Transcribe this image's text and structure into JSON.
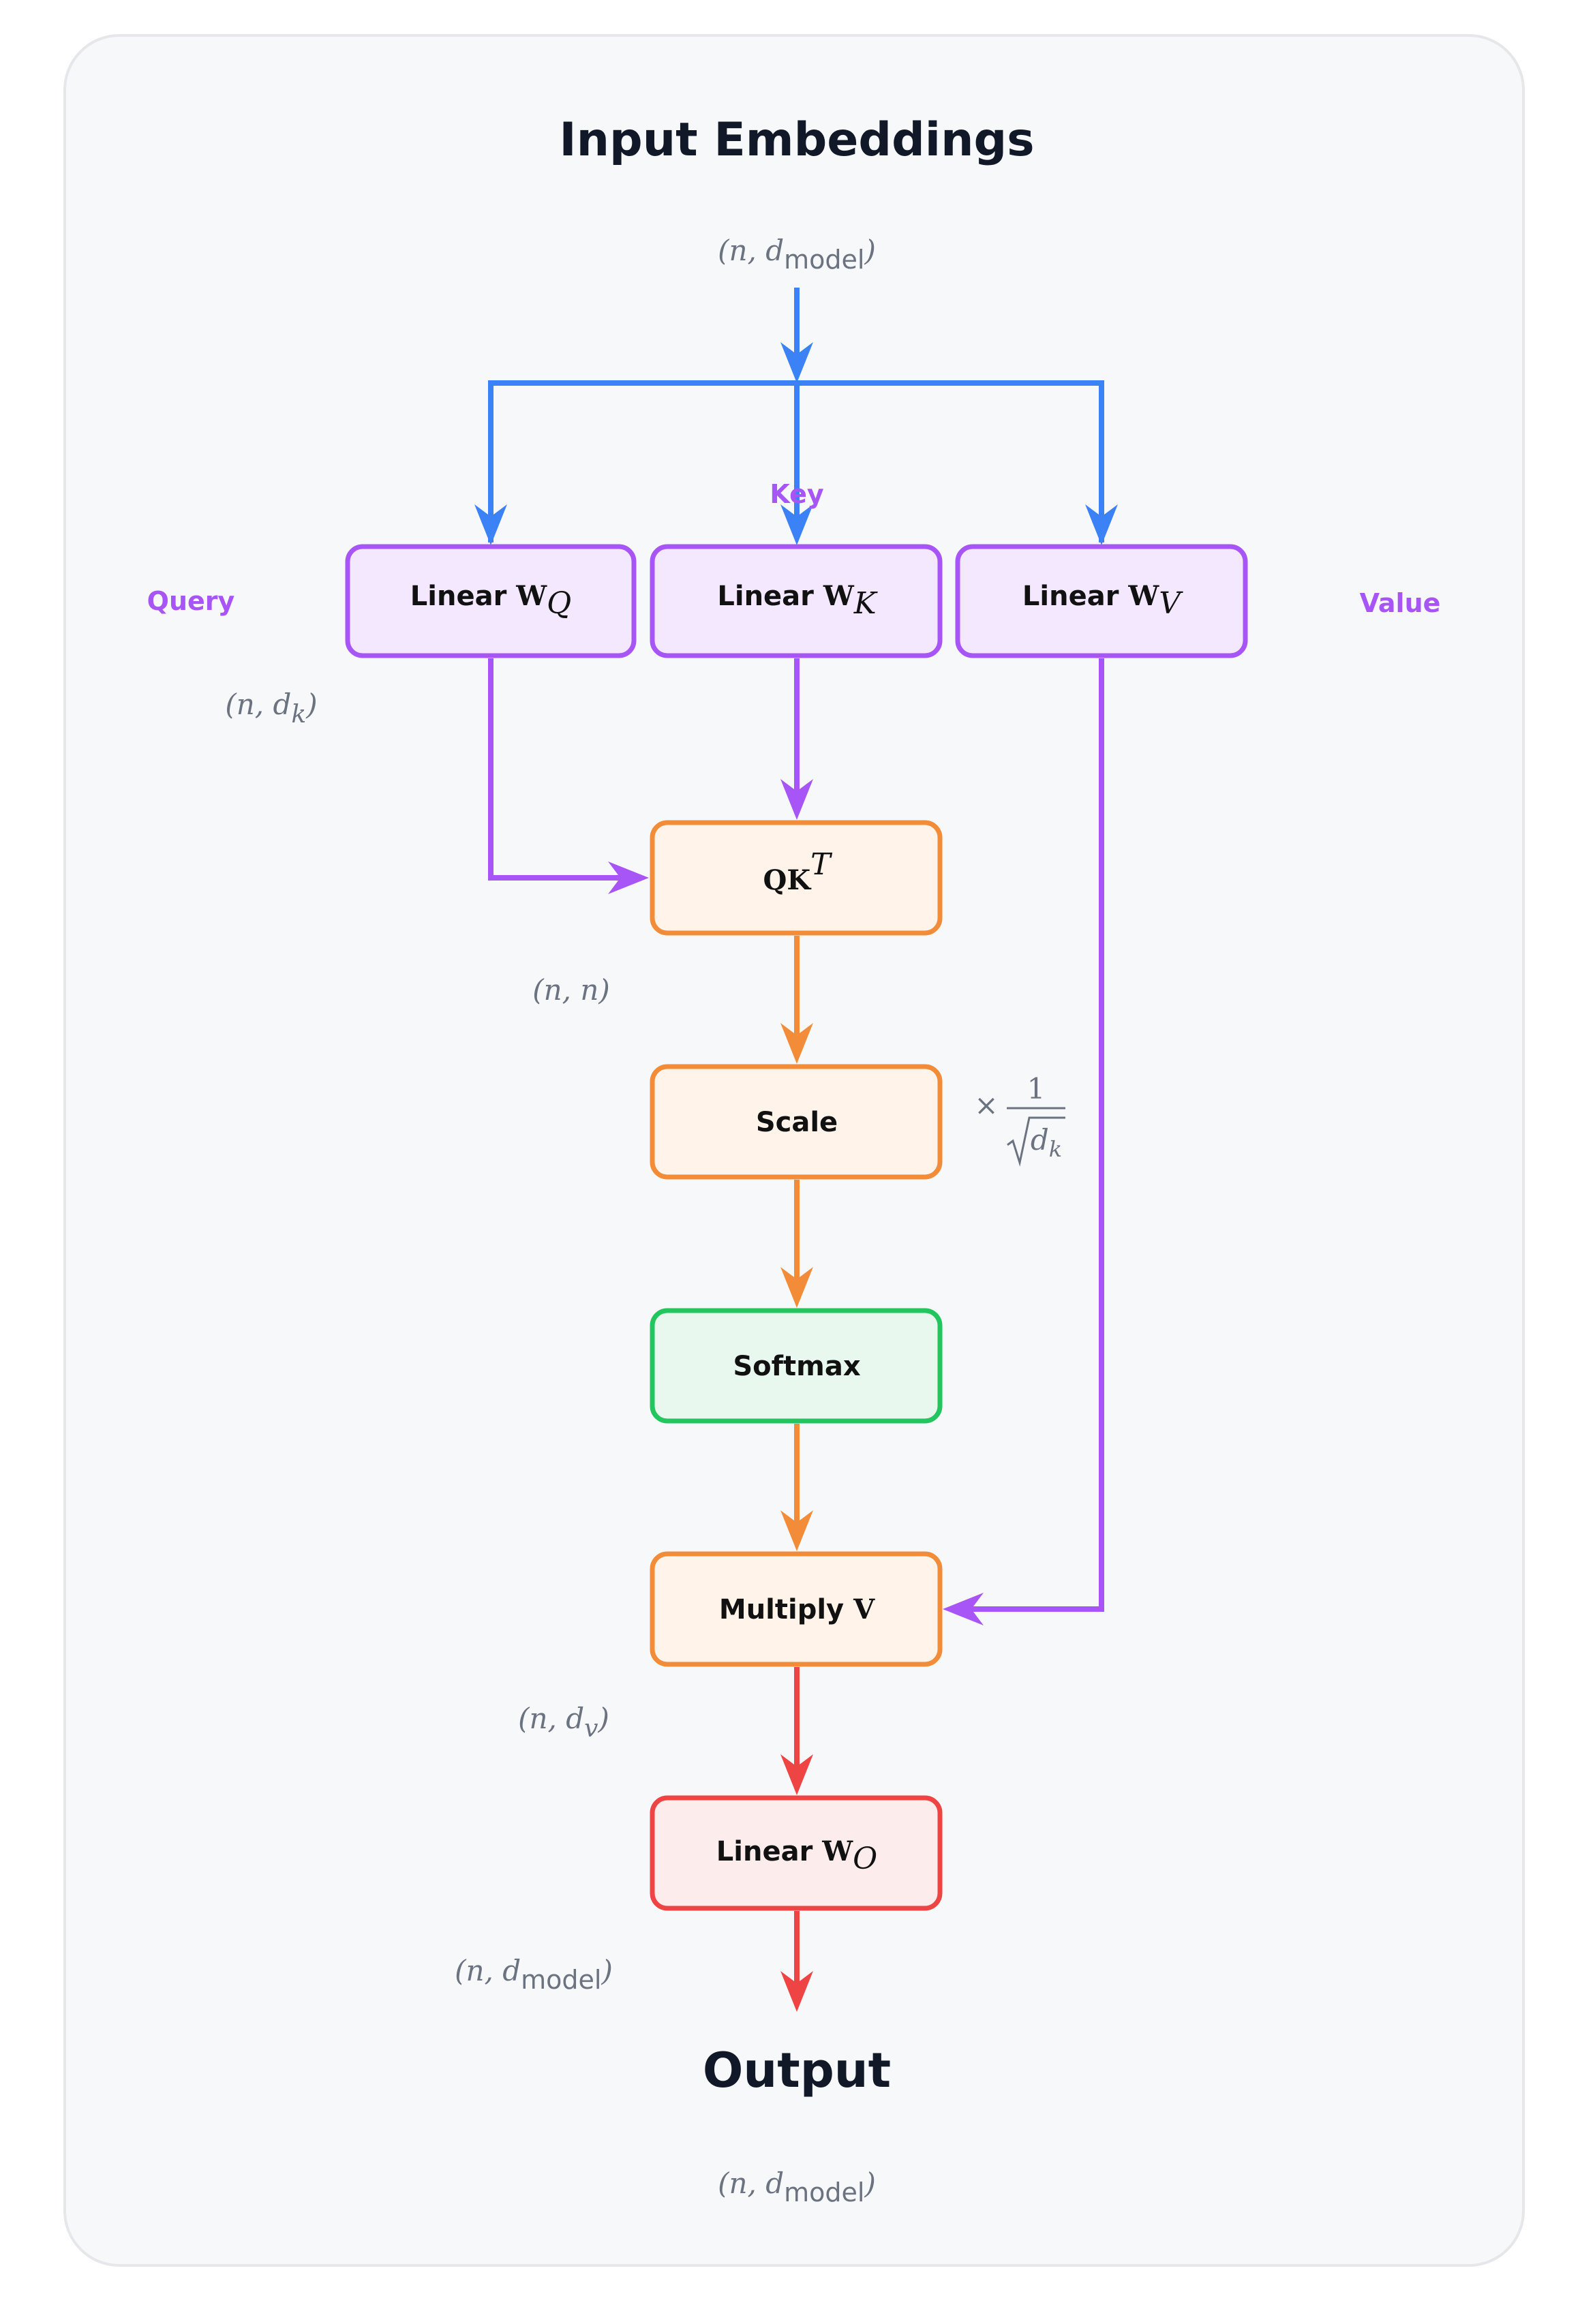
{
  "title": "Input Embeddings",
  "output_label": "Output",
  "colors": {
    "blue": "#3b82f6",
    "purple": "#a855f7",
    "orange": "#f28c38",
    "green": "#22c55e",
    "red": "#ef4444",
    "panel_bg": "#f7f8fa",
    "panel_border": "#e5e7eb"
  },
  "boxes": {
    "linear_q": {
      "prefix": "Linear ",
      "mat": "W",
      "sub": "Q",
      "color": "purple"
    },
    "linear_k": {
      "prefix": "Linear ",
      "mat": "W",
      "sub": "K",
      "color": "purple"
    },
    "linear_v": {
      "prefix": "Linear ",
      "mat": "W",
      "sub": "V",
      "color": "purple"
    },
    "qk": {
      "main": "QK",
      "sup": "T",
      "color": "orange"
    },
    "scale": {
      "label": "Scale",
      "color": "orange"
    },
    "softmax": {
      "label": "Softmax",
      "color": "green"
    },
    "multiply": {
      "prefix": "Multiply ",
      "mat": "V",
      "color": "orange"
    },
    "linear_o": {
      "prefix": "Linear ",
      "mat": "W",
      "sub": "O",
      "color": "red"
    }
  },
  "side_labels": {
    "query": "Query",
    "key": "Key",
    "value": "Value"
  },
  "dims": {
    "input": {
      "a": "(n, d",
      "sub": "model",
      "b": ")"
    },
    "after_q": {
      "a": "(n, d",
      "sub": "k",
      "b": ")"
    },
    "after_qk": {
      "a": "(n, n)"
    },
    "scale_factor": {
      "times": "×",
      "num": "1",
      "rad": "d",
      "sub": "k"
    },
    "after_multiply": {
      "a": "(n, d",
      "sub": "v",
      "b": ")"
    },
    "after_linear_o": {
      "a": "(n, d",
      "sub": "model",
      "b": ")"
    },
    "output": {
      "a": "(n, d",
      "sub": "model",
      "b": ")"
    }
  }
}
